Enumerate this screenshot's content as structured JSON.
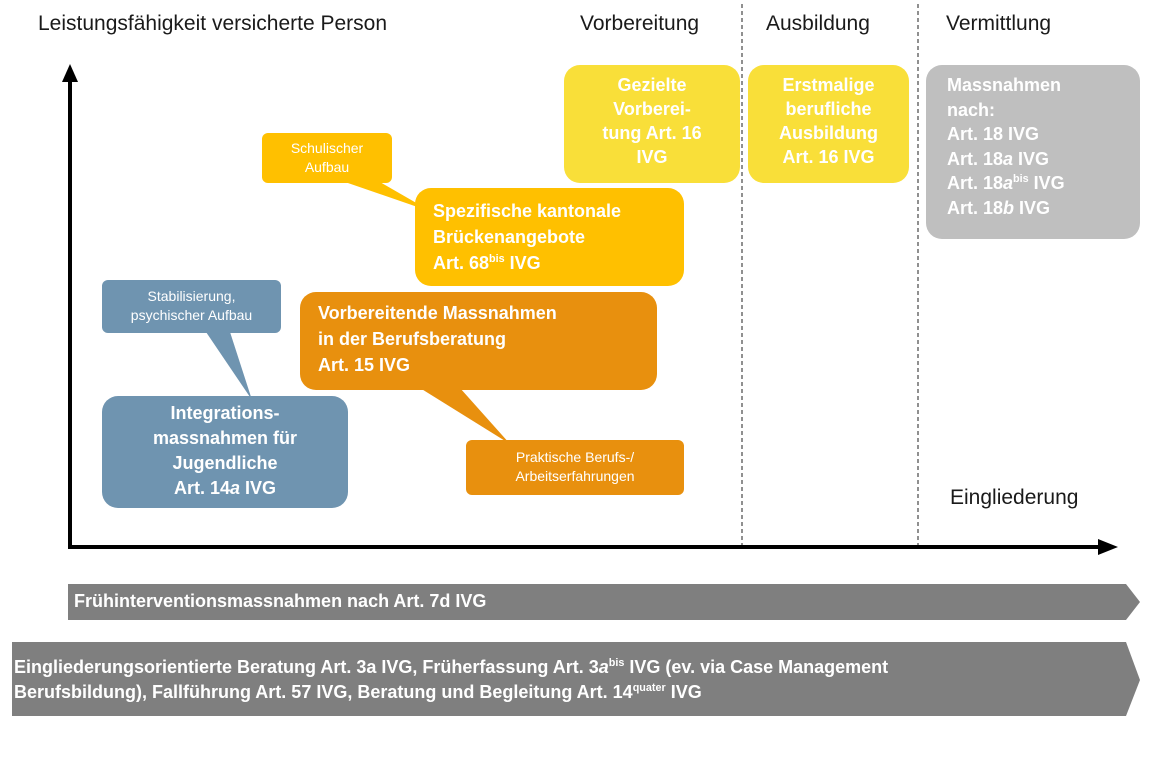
{
  "header": {
    "y_axis_title": "Leistungsfähigkeit versicherte Person",
    "phase_vorbereitung": "Vorbereitung",
    "phase_ausbildung": "Ausbildung",
    "phase_vermittlung": "Vermittlung"
  },
  "x_axis_label": "Eingliederung",
  "colors": {
    "blue": "#6f94b0",
    "orange_dark": "#e8900e",
    "yellow_orange": "#ffc000",
    "yellow": "#f9df39",
    "grey": "#bfbfbf",
    "banner_grey": "#7f7f7f"
  },
  "boxes": {
    "gezielte": {
      "l1": "Gezielte",
      "l2": "Vorberei-",
      "l3": "tung Art. 16",
      "l4": "IVG"
    },
    "erstmalige": {
      "l1": "Erstmalige",
      "l2": "berufliche",
      "l3": "Ausbildung",
      "l4": "Art. 16 IVG"
    },
    "massnahmen": {
      "l1": "Massnahmen",
      "l2": "nach:",
      "l3": "Art. 18 IVG",
      "l4_pre": "Art. 18",
      "l4_it": "a",
      "l4_post": " IVG",
      "l5_pre": "Art. 18",
      "l5_it": "a",
      "l5_sup": "bis",
      "l5_post": " IVG",
      "l6_pre": "Art. 18",
      "l6_it": "b",
      "l6_post": " IVG"
    },
    "spezifische": {
      "l1": "Spezifische kantonale",
      "l2": "Brückenangebote",
      "l3_pre": "Art. 68",
      "l3_sup": "bis",
      "l3_post": " IVG"
    },
    "vorbereitende": {
      "l1": "Vorbereitende Massnahmen",
      "l2": "in der Berufsberatung",
      "l3": "Art. 15 IVG"
    },
    "integration": {
      "l1": "Integrations-",
      "l2": "massnahmen für",
      "l3": "Jugendliche",
      "l4_pre": "Art. 14",
      "l4_it": "a",
      "l4_post": " IVG"
    }
  },
  "callouts": {
    "schulischer": {
      "l1": "Schulischer",
      "l2": "Aufbau"
    },
    "stabilisierung": {
      "l1": "Stabilisierung,",
      "l2": "psychischer Aufbau"
    },
    "praktische": {
      "l1": "Praktische Berufs-/",
      "l2": "Arbeitserfahrungen"
    }
  },
  "banners": {
    "fruehintervention": "Frühinterventionsmassnahmen nach Art. 7d IVG",
    "beratung_l1_a": "Eingliederungsorientierte Beratung Art. 3a IVG, Früherfassung Art. 3",
    "beratung_l1_it": "a",
    "beratung_l1_sup": "bis",
    "beratung_l1_b": " IVG (ev. via Case Management",
    "beratung_l2_a": "Berufsbildung), Fallführung Art. 57 IVG, Beratung und Begleitung Art. 14",
    "beratung_l2_sup": "quater",
    "beratung_l2_b": " IVG"
  }
}
